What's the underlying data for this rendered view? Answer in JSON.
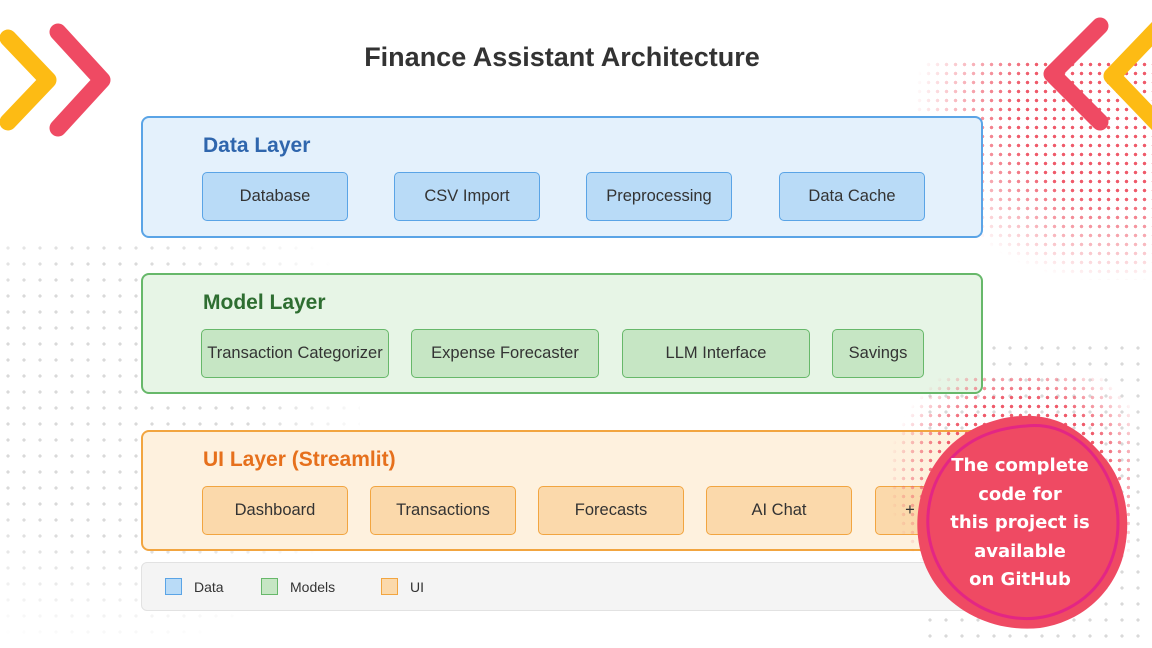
{
  "title": "Finance Assistant Architecture",
  "layers": [
    {
      "title": "Data Layer",
      "components": [
        "Database",
        "CSV Import",
        "Preprocessing",
        "Data Cache"
      ]
    },
    {
      "title": "Model Layer",
      "components": [
        "Transaction Categorizer",
        "Expense Forecaster",
        "LLM Interface",
        "Savings"
      ]
    },
    {
      "title": "UI Layer (Streamlit)",
      "components": [
        "Dashboard",
        "Transactions",
        "Forecasts",
        "AI Chat",
        "+"
      ]
    }
  ],
  "legend": [
    "Data",
    "Models",
    "UI"
  ],
  "badge": {
    "lines": [
      "The complete",
      "code for",
      "this project is",
      "available",
      "on GitHub"
    ]
  },
  "colors": {
    "data": "#b9dbf7",
    "model": "#c6e6c4",
    "ui": "#fbd9ab",
    "badge": "#ef4a63",
    "chevron_yellow": "#fdbb14",
    "chevron_red": "#ef4a63"
  }
}
